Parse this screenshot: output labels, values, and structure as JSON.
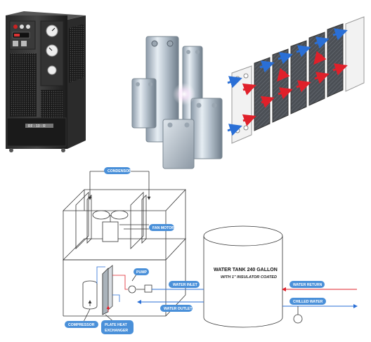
{
  "photos": {
    "chiller_unit": {
      "panel_text": "RF - 10 - R",
      "icon": "chiller-unit-photo"
    },
    "plate_exchangers": {
      "icon": "brazed-plate-heat-exchanger-photo"
    },
    "exploded_plates": {
      "icon": "exploded-plate-diagram"
    }
  },
  "diagram": {
    "labels": {
      "condensor": "CONDENSOR",
      "fan_motor": "FAN MOTOR",
      "pump": "PUMP",
      "water_inlet": "WATER INLET",
      "water_outlet": "WATER OUTLET",
      "compressor": "COMPRESSOR",
      "plate_heat_line1": "PLATE HEAT",
      "plate_heat_line2": "EXCHANGER",
      "water_return": "WATER RETURN",
      "chilled_water": "CHILLED WATER"
    },
    "tank": {
      "title": "WATER TANK 240 GALLON",
      "subtitle": "WITH 1\" INSULATOR COATED"
    },
    "colors": {
      "label_bg": "#4a90d9",
      "hot": "#e0202a",
      "cold": "#2a6fd6",
      "line": "#333333"
    }
  }
}
